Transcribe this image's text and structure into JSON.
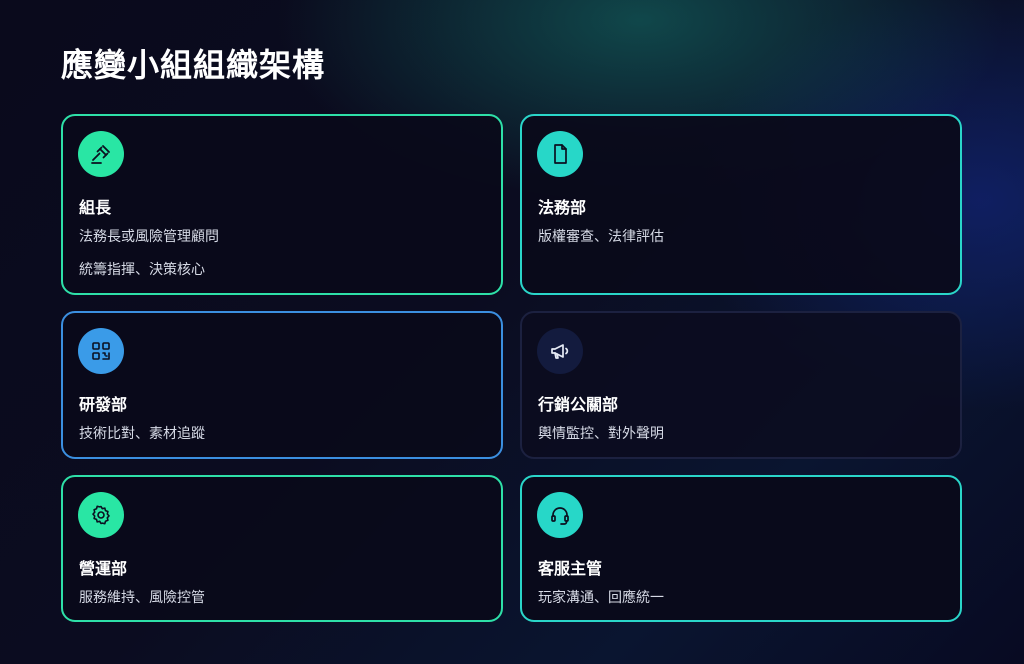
{
  "page": {
    "title": "應變小組組織架構"
  },
  "cards": [
    {
      "title": "組長",
      "lines": [
        "法務長或風險管理顧問",
        "統籌指揮、決策核心"
      ],
      "icon": "gavel-icon"
    },
    {
      "title": "法務部",
      "lines": [
        "版權審查、法律評估"
      ],
      "icon": "document-icon"
    },
    {
      "title": "研發部",
      "lines": [
        "技術比對、素材追蹤"
      ],
      "icon": "qr-code-icon"
    },
    {
      "title": "行銷公關部",
      "lines": [
        "輿情監控、對外聲明"
      ],
      "icon": "megaphone-icon"
    },
    {
      "title": "營運部",
      "lines": [
        "服務維持、風險控管"
      ],
      "icon": "gear-icon"
    },
    {
      "title": "客服主管",
      "lines": [
        "玩家溝通、回應統一"
      ],
      "icon": "headset-icon"
    }
  ],
  "colors": {
    "accent_green": "#29e6a4",
    "accent_teal": "#27d7c8",
    "accent_blue": "#3a9be8",
    "background": "#0a0a1c"
  }
}
